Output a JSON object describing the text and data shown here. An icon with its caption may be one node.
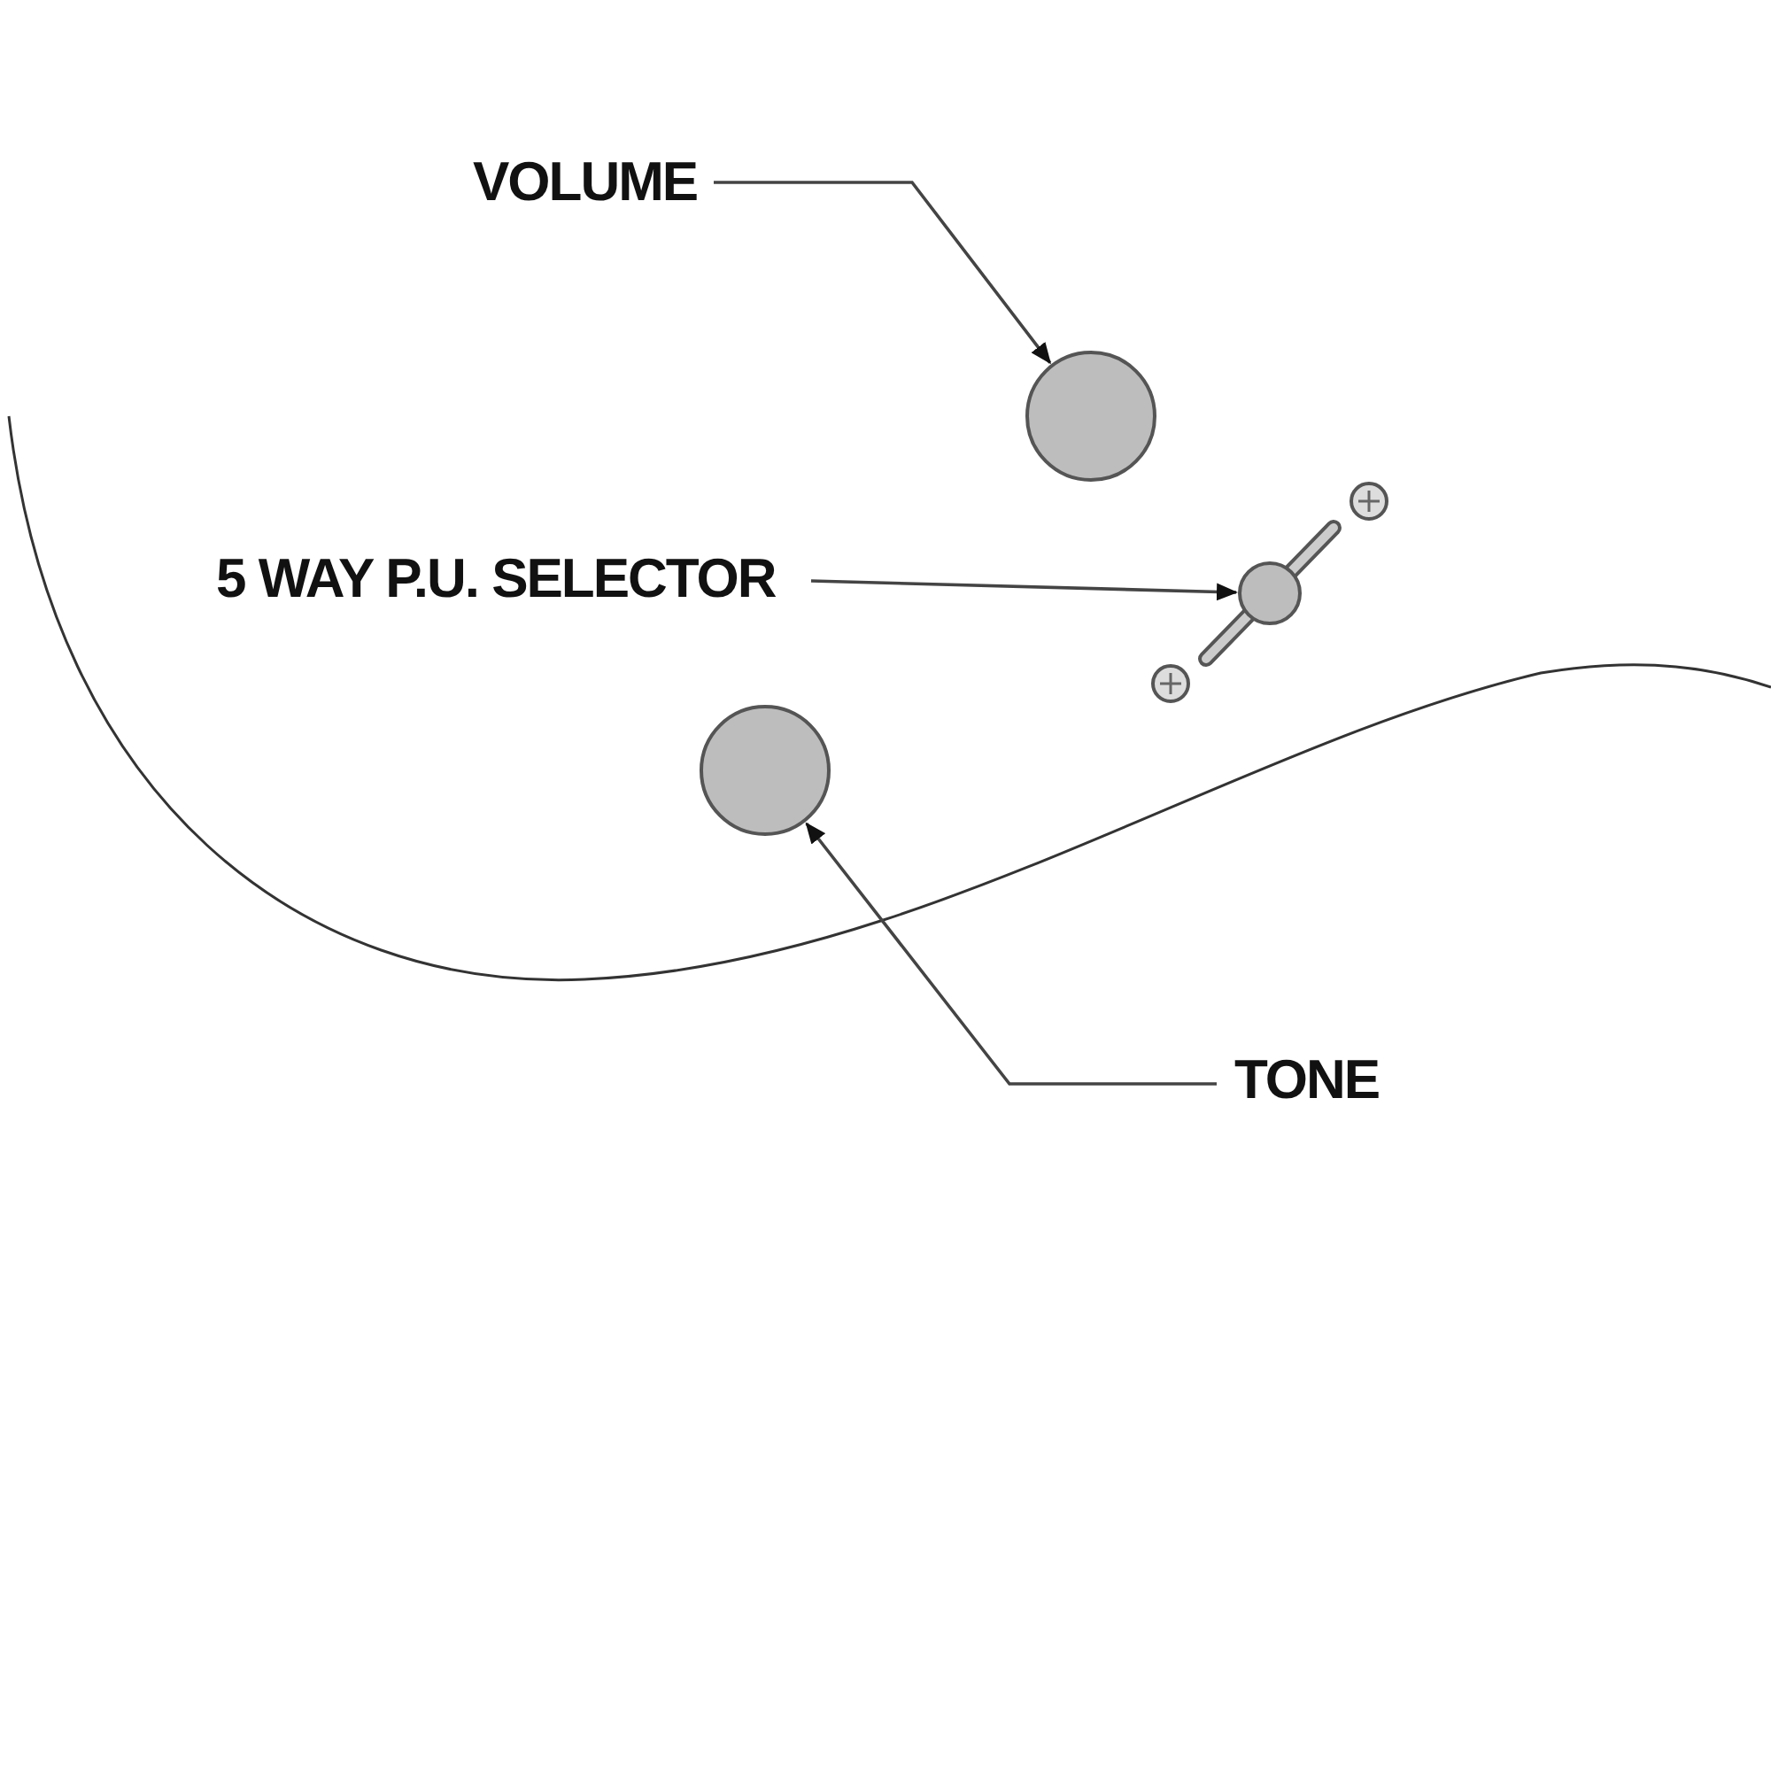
{
  "diagram": {
    "nodes": [
      {
        "text": [
          "VOLUME"
        ]
      },
      {
        "text": [],
        "shape": "circle"
      },
      {
        "text": [
          "5 WAY P.U. SELECTOR"
        ]
      },
      {
        "text": [],
        "shape": "switch"
      },
      {
        "text": [],
        "shape": "circle"
      },
      {
        "text": [
          "TONE"
        ]
      }
    ],
    "edges": [
      {
        "from": 0,
        "to": 1,
        "arrow": "to"
      },
      {
        "from": 2,
        "to": 3,
        "arrow": "to"
      },
      {
        "from": 5,
        "to": 4,
        "arrow": "to"
      }
    ]
  }
}
